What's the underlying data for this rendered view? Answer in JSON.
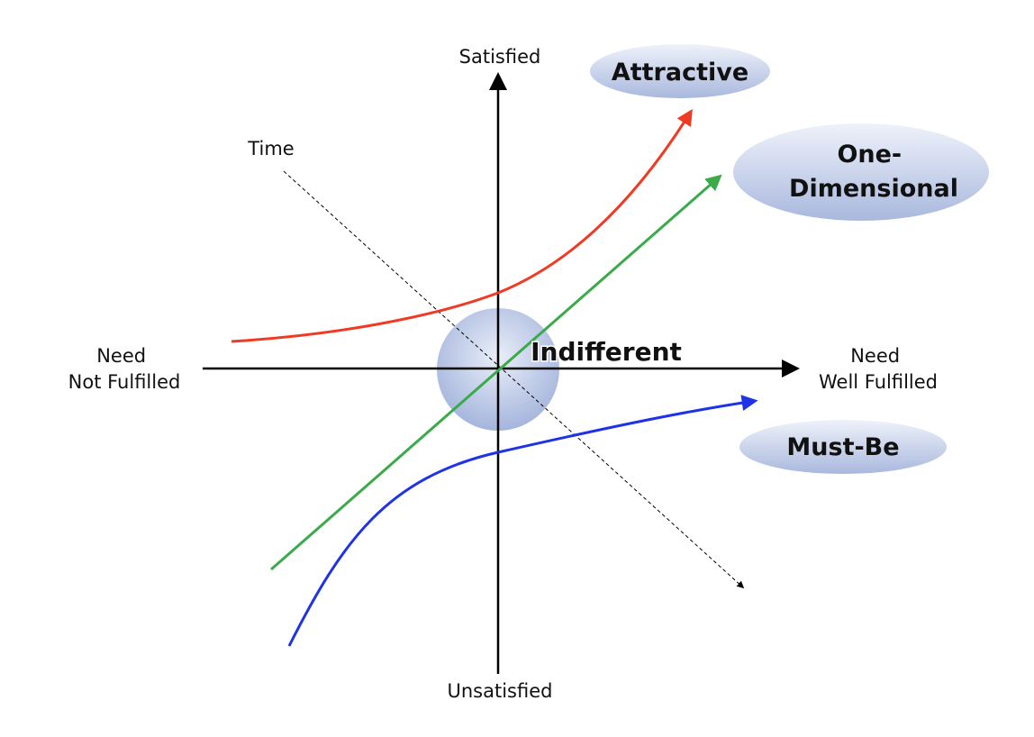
{
  "axes": {
    "y_top": "Satisfied",
    "y_bottom": "Unsatisfied",
    "x_left": [
      "Need",
      "Not Fulfilled"
    ],
    "x_right": [
      "Need",
      "Well Fulfilled"
    ],
    "time": "Time"
  },
  "categories": {
    "attractive": {
      "label": [
        "Attractive"
      ],
      "color": "#ef3b24"
    },
    "one_dimensional": {
      "label": [
        "One-",
        "Dimensional"
      ],
      "color": "#3aaa4a"
    },
    "must_be": {
      "label": [
        "Must-Be"
      ],
      "color": "#1f33e6"
    },
    "indifferent": {
      "label": [
        "Indifferent"
      ],
      "color": "#111111"
    }
  },
  "colors": {
    "axis": "#000000",
    "bubble_light": "#e9eef8",
    "bubble_dark": "#9fb0da"
  }
}
